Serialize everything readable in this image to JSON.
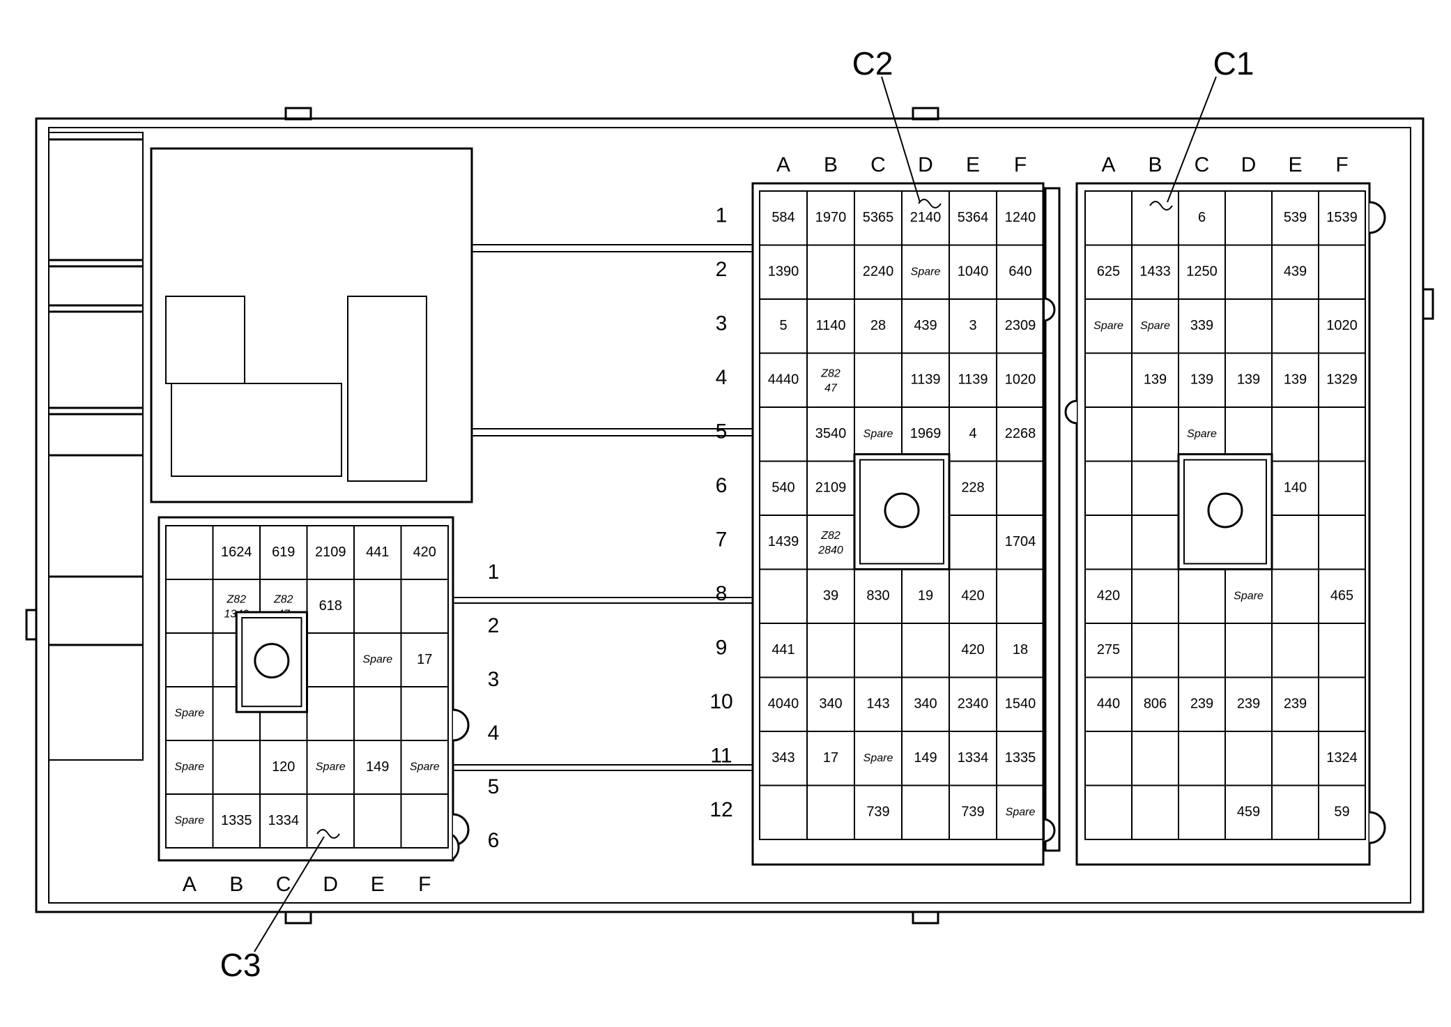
{
  "callouts": {
    "c1": "C1",
    "c2": "C2",
    "c3": "C3"
  },
  "columns": [
    "A",
    "B",
    "C",
    "D",
    "E",
    "F"
  ],
  "c2_rows": [
    "1",
    "2",
    "3",
    "4",
    "5",
    "6",
    "7",
    "8",
    "9",
    "10",
    "11",
    "12"
  ],
  "c3_rows": [
    "1",
    "2",
    "3",
    "4",
    "5",
    "6"
  ],
  "c2_cells": [
    [
      "584",
      "1970",
      "5365",
      "2140",
      "5364",
      "1240"
    ],
    [
      "1390",
      "",
      "2240",
      "Spare",
      "1040",
      "640"
    ],
    [
      "5",
      "1140",
      "28",
      "439",
      "3",
      "2309"
    ],
    [
      "4440",
      "Z82\n47",
      "",
      "1139",
      "1139",
      "1020"
    ],
    [
      "",
      "3540",
      "Spare",
      "1969",
      "4",
      "2268"
    ],
    [
      "540",
      "2109",
      "",
      "",
      "228",
      ""
    ],
    [
      "1439",
      "Z82\n2840",
      "",
      "",
      "",
      "1704"
    ],
    [
      "",
      "39",
      "830",
      "19",
      "420",
      ""
    ],
    [
      "441",
      "",
      "",
      "",
      "420",
      "18"
    ],
    [
      "4040",
      "340",
      "143",
      "340",
      "2340",
      "1540"
    ],
    [
      "343",
      "17",
      "Spare",
      "149",
      "1334",
      "1335"
    ],
    [
      "",
      "",
      "739",
      "",
      "739",
      "Spare"
    ]
  ],
  "c1_cells": [
    [
      "",
      "",
      "6",
      "",
      "539",
      "1539"
    ],
    [
      "625",
      "1433",
      "1250",
      "",
      "439",
      ""
    ],
    [
      "Spare",
      "Spare",
      "339",
      "",
      "",
      "1020"
    ],
    [
      "",
      "139",
      "139",
      "139",
      "139",
      "1329"
    ],
    [
      "",
      "",
      "Spare",
      "",
      "",
      ""
    ],
    [
      "",
      "",
      "",
      "",
      "140",
      ""
    ],
    [
      "",
      "",
      "",
      "",
      "",
      ""
    ],
    [
      "420",
      "",
      "",
      "Spare",
      "",
      "465"
    ],
    [
      "275",
      "",
      "",
      "",
      "",
      ""
    ],
    [
      "440",
      "806",
      "239",
      "239",
      "239",
      ""
    ],
    [
      "",
      "",
      "",
      "",
      "",
      "1324"
    ],
    [
      "",
      "",
      "",
      "459",
      "",
      "59"
    ]
  ],
  "c3_cells": [
    [
      "",
      "1624",
      "619",
      "2109",
      "441",
      "420"
    ],
    [
      "",
      "Z82\n1340",
      "Z82\n47",
      "618",
      "",
      ""
    ],
    [
      "",
      "",
      "",
      "",
      "Spare",
      "17"
    ],
    [
      "Spare",
      "",
      "",
      "",
      "",
      ""
    ],
    [
      "Spare",
      "",
      "120",
      "Spare",
      "149",
      "Spare"
    ],
    [
      "Spare",
      "1335",
      "1334",
      "",
      "",
      ""
    ]
  ]
}
